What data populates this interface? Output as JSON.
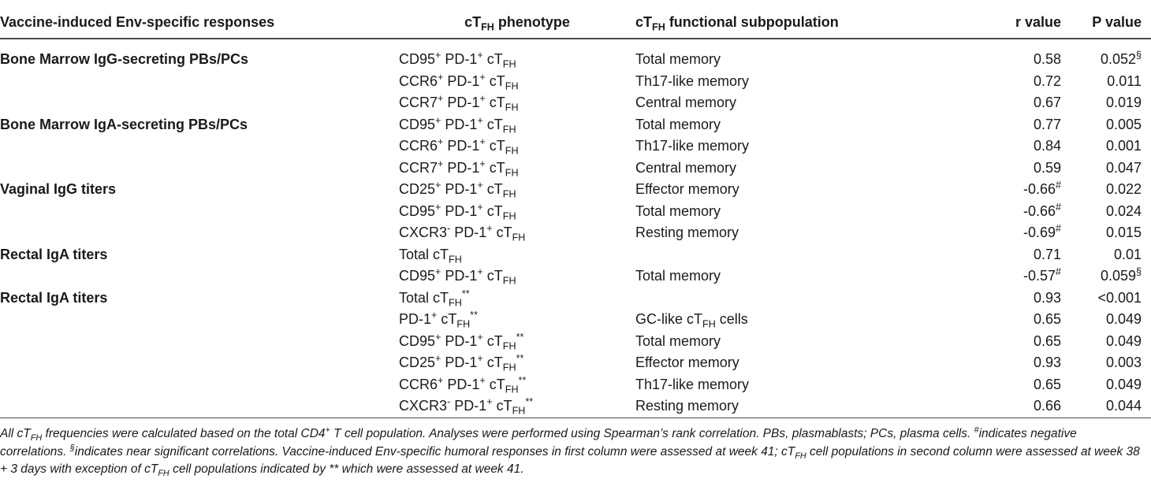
{
  "table": {
    "headers": {
      "response": "Vaccine-induced Env-specific responses",
      "phenotype_main": "cT",
      "phenotype_sub": "FH",
      "phenotype_rest": " phenotype",
      "function_main": "cT",
      "function_sub": "FH",
      "function_rest": " functional subpopulation",
      "r": "r value",
      "p": "P value"
    },
    "rows": [
      {
        "group": "Bone Marrow IgG-secreting PBs/PCs",
        "phenotype": "CD95+ PD-1+ cTFH",
        "function": "Total memory",
        "r": "0.58",
        "p": "0.052§"
      },
      {
        "group": "",
        "phenotype": "CCR6+ PD-1+ cTFH",
        "function": "Th17-like memory",
        "r": "0.72",
        "p": "0.011"
      },
      {
        "group": "",
        "phenotype": "CCR7+ PD-1+ cTFH",
        "function": "Central memory",
        "r": "0.67",
        "p": "0.019"
      },
      {
        "group": "Bone Marrow IgA-secreting PBs/PCs",
        "phenotype": "CD95+ PD-1+ cTFH",
        "function": "Total memory",
        "r": "0.77",
        "p": "0.005"
      },
      {
        "group": "",
        "phenotype": "CCR6+ PD-1+ cTFH",
        "function": "Th17-like memory",
        "r": "0.84",
        "p": "0.001"
      },
      {
        "group": "",
        "phenotype": "CCR7+ PD-1+ cTFH",
        "function": "Central memory",
        "r": "0.59",
        "p": "0.047"
      },
      {
        "group": "Vaginal IgG titers",
        "phenotype": "CD25+ PD-1+ cTFH",
        "function": "Effector memory",
        "r": "-0.66#",
        "p": "0.022"
      },
      {
        "group": "",
        "phenotype": "CD95+ PD-1+ cTFH",
        "function": "Total memory",
        "r": "-0.66#",
        "p": "0.024"
      },
      {
        "group": "",
        "phenotype": "CXCR3- PD-1+ cTFH",
        "function": "Resting memory",
        "r": "-0.69#",
        "p": "0.015"
      },
      {
        "group": "Rectal IgA titers",
        "phenotype": "Total cTFH",
        "function": "",
        "r": "0.71",
        "p": "0.01"
      },
      {
        "group": "",
        "phenotype": "CD95+ PD-1+ cTFH",
        "function": "Total memory",
        "r": "-0.57#",
        "p": "0.059§"
      },
      {
        "group": "Rectal IgA titers",
        "phenotype": "Total cTFH**",
        "function": "",
        "r": "0.93",
        "p": "<0.001"
      },
      {
        "group": "",
        "phenotype": "PD-1+ cTFH**",
        "function": "GC-like cTFH cells",
        "r": "0.65",
        "p": "0.049"
      },
      {
        "group": "",
        "phenotype": "CD95+ PD-1+ cTFH**",
        "function": "Total memory",
        "r": "0.65",
        "p": "0.049"
      },
      {
        "group": "",
        "phenotype": "CD25+ PD-1+ cTFH**",
        "function": "Effector memory",
        "r": "0.93",
        "p": "0.003"
      },
      {
        "group": "",
        "phenotype": "CCR6+ PD-1+ cTFH**",
        "function": "Th17-like memory",
        "r": "0.65",
        "p": "0.049"
      },
      {
        "group": "",
        "phenotype": "CXCR3- PD-1+ cTFH**",
        "function": "Resting memory",
        "r": "0.66",
        "p": "0.044"
      }
    ]
  },
  "footnote": "All cTFH frequencies were calculated based on the total CD4+ T cell population. Analyses were performed using Spearman’s rank correlation. PBs, plasmablasts; PCs, plasma cells. #indicates negative correlations. §indicates near significant correlations. Vaccine-induced Env-specific humoral responses in first column were assessed at week 41; cTFH cell populations in second column were assessed at week 38 + 3 days with exception of cTFH cell populations indicated by ** which were assessed at week 41."
}
